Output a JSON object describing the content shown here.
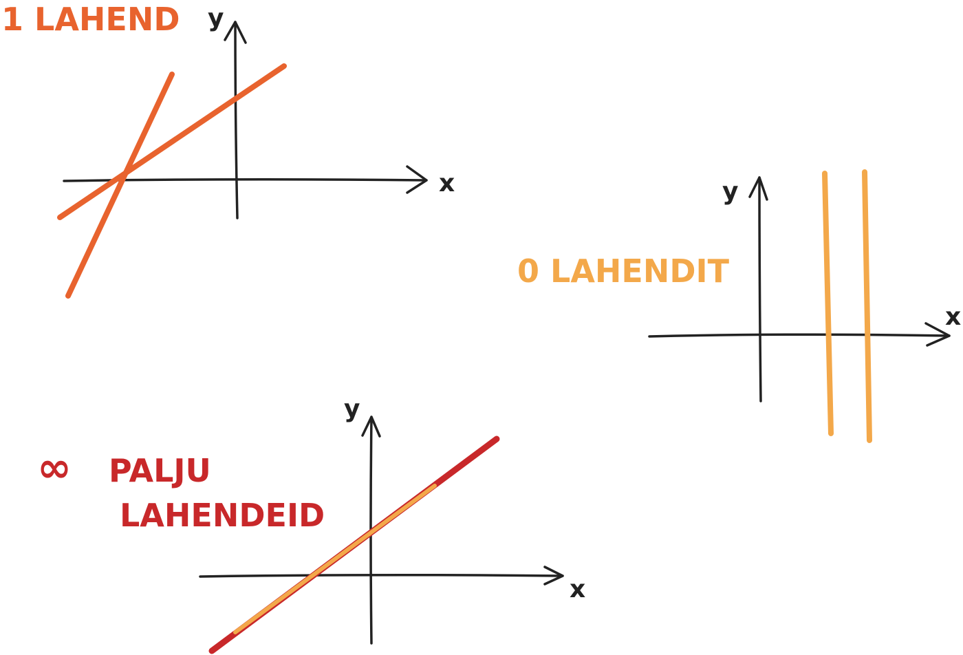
{
  "colors": {
    "axis": "#222222",
    "one_solution": "#e8632e",
    "zero_solutions": "#f3a84a",
    "infinite_outer": "#c8282a",
    "infinite_inner": "#f3a84a",
    "background": "#ffffff"
  },
  "panels": {
    "one": {
      "title": "1 LAHEND",
      "x_label": "x",
      "y_label": "y"
    },
    "zero": {
      "title": "0 LAHENDIT",
      "x_label": "x",
      "y_label": "y"
    },
    "infinite": {
      "title_symbol": "∞",
      "title_line1": "PALJU",
      "title_line2": "LAHENDEID",
      "x_label": "x",
      "y_label": "y"
    }
  }
}
